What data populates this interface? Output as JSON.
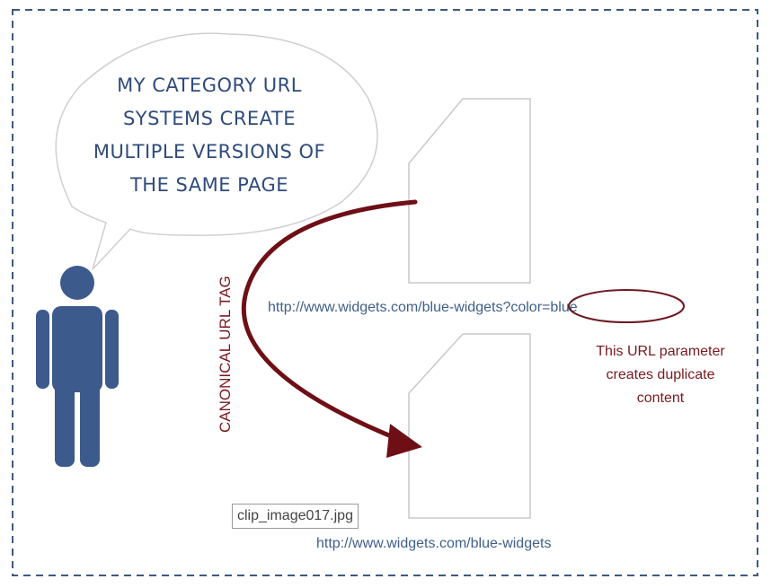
{
  "speech_bubble": {
    "lines": [
      "MY CATEGORY URL",
      "SYSTEMS CREATE",
      "MULTIPLE VERSIONS OF",
      "THE SAME PAGE"
    ]
  },
  "canonical_tag_label": "CANONICAL URL TAG",
  "url_top": {
    "base": "http://www.widgets.com/blue-widgets",
    "parameter": "?color=blue"
  },
  "parameter_note": {
    "lines": [
      "This URL parameter",
      "creates duplicate",
      "content"
    ]
  },
  "url_bottom": "http://www.widgets.com/blue-widgets",
  "file_label": "clip_image017.jpg",
  "icons": {
    "person": "person-icon",
    "page": "document-page-icon",
    "arrow": "curved-arrow-icon"
  },
  "colors": {
    "border": "#3d5a80",
    "person": "#3c5a8c",
    "bubble_text": "#2f4b7c",
    "url_text": "#3e5f8a",
    "accent_red": "#6e0f16",
    "page_outline": "#c8c8c8"
  }
}
